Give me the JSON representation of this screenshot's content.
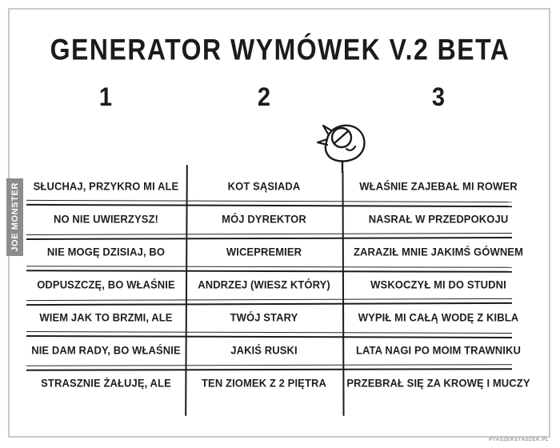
{
  "page": {
    "title": "GENERATOR WYMÓWEK V.2 BETA",
    "watermark": "JOE MONSTER",
    "credit": "PTASZEKSTASZEK.PL"
  },
  "table": {
    "columns": [
      {
        "number": "1",
        "items": [
          "SŁUCHAJ, PRZYKRO MI ALE",
          "NO NIE UWIERZYSZ!",
          "NIE MOGĘ DZISIAJ, BO",
          "ODPUSZCZĘ, BO WŁAŚNIE",
          "WIEM JAK TO BRZMI, ALE",
          "NIE DAM RADY, BO WŁAŚNIE",
          "STRASZNIE ŻAŁUJĘ, ALE"
        ]
      },
      {
        "number": "2",
        "items": [
          "KOT SĄSIADA",
          "MÓJ DYREKTOR",
          "WICEPREMIER",
          "ANDRZEJ (WIESZ KTÓRY)",
          "TWÓJ STARY",
          "JAKIŚ RUSKI",
          "TEN ZIOMEK Z 2 PIĘTRA"
        ]
      },
      {
        "number": "3",
        "items": [
          "WŁAŚNIE ZAJEBAŁ MI ROWER",
          "NASRAŁ W PRZEDPOKOJU",
          "ZARAZIŁ MNIE JAKIMŚ GÓWNEM",
          "WSKOCZYŁ MI DO STUDNI",
          "WYPIŁ MI CAŁĄ WODĘ Z KIBLA",
          "LATA NAGI PO MOIM TRAWNIKU",
          "PRZEBRAŁ SIĘ ZA KROWĘ I MUCZY"
        ]
      }
    ]
  },
  "icons": {
    "bird": "bird-doodle-icon"
  },
  "colors": {
    "ink": "#1b1b1b",
    "frame_border": "#c9c9c9",
    "watermark_bg": "#8c8c8c",
    "watermark_text": "#ffffff"
  }
}
